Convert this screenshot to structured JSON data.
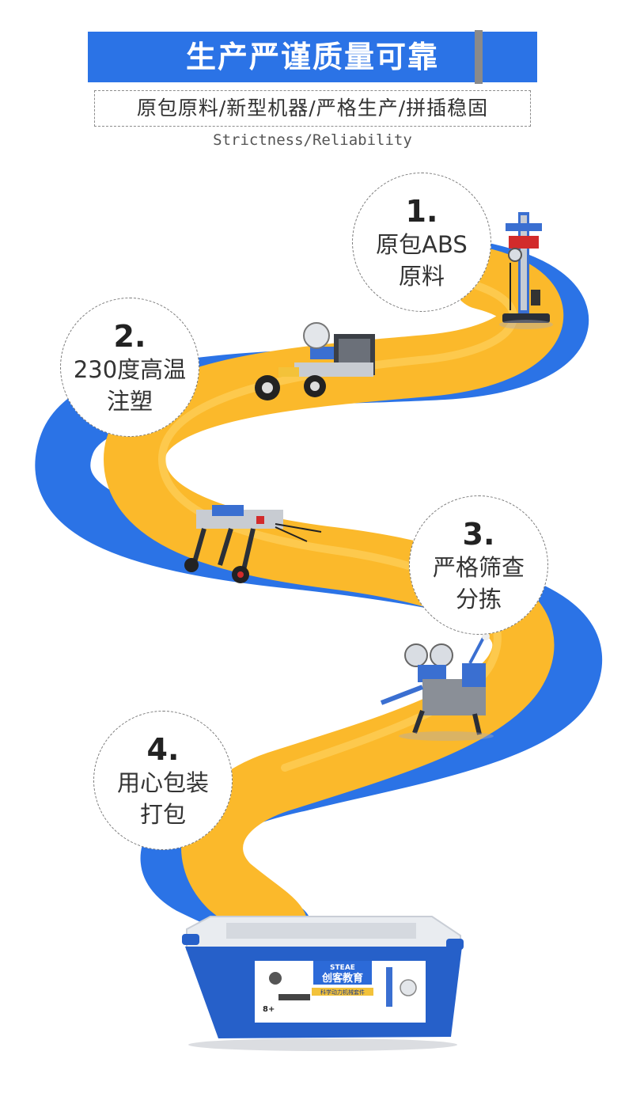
{
  "banner": {
    "title": "生产严谨质量可靠"
  },
  "subtitle": {
    "text": "原包原料/新型机器/严格生产/拼插稳固"
  },
  "english": {
    "text": "Strictness/Reliability"
  },
  "steps": [
    {
      "number": "1.",
      "line1": "原包ABS",
      "line2": "原料"
    },
    {
      "number": "2.",
      "line1": "230度高温",
      "line2": "注塑"
    },
    {
      "number": "3.",
      "line1": "严格筛查",
      "line2": "分拣"
    },
    {
      "number": "4.",
      "line1": "用心包装",
      "line2": "打包"
    }
  ],
  "box": {
    "brand": "创客教育",
    "brand_en": "STEAE",
    "subtitle": "科学动力机械套件",
    "age": "8+"
  },
  "colors": {
    "road_blue": "#2b73e6",
    "road_yellow": "#fbb92b",
    "banner_blue": "#2b73e6",
    "box_blue": "#2660c9"
  }
}
